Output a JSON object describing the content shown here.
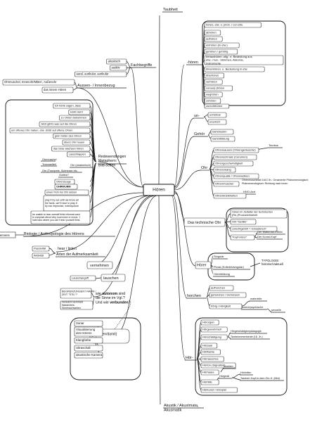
{
  "center": "Hören",
  "branches": {
    "taubheit": "Taubheit",
    "hoeren_suffix": "-hören",
    "hoeren_words": [
      "hören, etw. o. jmdn. / von etw.",
      "abhören",
      "aufhören",
      "einhören (in etw.)",
      "gehören / gehörig",
      "heraushören: allg.: e. Bedeutung aus etw.; mus.: Stimmen, Akkorde, Instrumente",
      "hineinhören: e. Bedeutung in etw.",
      "überhören",
      "verhören",
      "voraus(-)hören",
      "weghören",
      "zuhören",
      "zurechthören"
    ],
    "fachbegriffe": "Fachbegriffe",
    "fachbegriffe_items": [
      "akustisch",
      "auditiv",
      "aural, aurikular, aurikulär"
    ],
    "aussen_innen": "Aussen- / Innenbezug",
    "aussen_innen_items": [
      "Ohrmuschel, Innenohr/Mittel-, Außenohr",
      "das innere Hören"
    ],
    "redewendungen": "Redewendungen Metaphern: Bild-seiten",
    "redewendungen_items": [
      "Ich hörte sagen, dass",
      "Hört! Hört!",
      "zu Ohren bekommen",
      "Jetzt gibt's was auf die Ohren",
      "ein offenes Ohr haben, etw. stößt auf offene Ohren",
      "grün hinter den Ohren",
      "übers Ohr hauen",
      "das Gras wachsen hören",
      "Lauschlappen"
    ],
    "ohr_anatomisch": "Ohr (anatomisch)",
    "ohr_anatomisch_items": [
      "Ohrmuschel",
      "Trommelfell",
      "Ohr (Trompete, Schnecke etc."
    ],
    "gottes": "Gottes?",
    "ohr_extra": [
      "Ohrenzeuge",
      "OHRWURM",
      "einen Floh ins Ohr setzen",
      "play it by ear until we know all the facts, we'll have to play it by ear improvise, extemporize",
      "be unable to hear oneself think informal used to complain about very loud noise or music: 'I hate bars where you can't hear yourself think."
    ],
    "biologie": "Biologie / Anthropologie des Hörens",
    "erkennens": "erkennens",
    "hear_listen": "hear / listen Arten der Aufmerksamkeit",
    "hear_items": [
      "Passivität",
      "Aktivität"
    ],
    "vernehmen": "vernehmen",
    "lauschen": "lauschen",
    "lauschangriff": "Lauschangriff",
    "autonom": [
      "wie ",
      "autonom",
      " sind die Sinne im Vgl.? Und wie ",
      "verbunden",
      "?"
    ],
    "begrenzungen": "BEGRENZUNGEN? RAUM / ZEIT \"STIL\"?",
    "baldefeld": "Vielleicht Bernhard Waldenfels: Sinnesschwellen",
    "sehen_items": [
      "Sonar",
      "Visualisierung des Hörens",
      "Klangfarbe",
      "Ultraschall",
      "akustische Kamera"
    ],
    "sehen": [
      "(dagegen/damit)",
      "Sehen"
    ],
    "un": "un-",
    "un_items": [
      "unhörbar",
      "unerhört"
    ],
    "gehoer": "Gehör",
    "gehoer_items": [
      "Gehörssinn",
      "Gehörbildung"
    ],
    "ohr": "Ohr",
    "ohr_items": [
      "Ohrensausen (Ohrengeräusche)",
      "Ohrenschmalz (Cerumen)",
      "Ohrengeschwindigkeit",
      "Ohrenzwang",
      "Ohrenqualle / Ohrenwolken",
      "Ohrenmuschel",
      "Ohrenkrankheiten"
    ],
    "tinnitus": "Tinnitus",
    "ohrenmuschel_note": "Ohrenmuschelstil 16/17Jh.: Ornamente Phänomenologisch: Richtung nach innen",
    "hno": "HNO-Arzt",
    "technisch": "Das technische Ohr",
    "technisch_items": [
      "Hören im Zeitalter der technischen (Re-)Produzierbarkeit",
      "Hör-\"Geräte\"",
      "zurechtgehört = remastered?",
      "\"Kopf-Hörer\""
    ],
    "walkman": [
      "Der Walkman-Effekt",
      "Der Kunst-Kopf"
    ],
    "hoerer": "Hörer",
    "hoerer_items": [
      "Singular",
      "Plural (Kollektivsingular)",
      "Hörerbildung"
    ],
    "typologie": "TYPOLOGIE: historisch/aktuell",
    "horchen": "horchen",
    "horchen_items": [
      "aufhorchen",
      "gehorchen / Gehorsam",
      "hörig / Hörigkeit"
    ],
    "horchen_extra": [
      "materielle",
      "innere/psychische",
      "sexuelle"
    ],
    "hoer_prefix": "Hör-",
    "hoer_items": [
      "Hörorgan",
      "Hörgewohnheit",
      "Hörschädigung",
      "Hörsaal",
      "Hörflache",
      "Hörrausches",
      "Hörton (Signalton)",
      "Hörhaare",
      "Hörhilfe",
      "Hörkunst / Hörspiel"
    ],
    "hoerschaedigung_notes": [
      "Hörgeschädigtenpädagogik",
      "Taubstummenbeute (18. Jh.)"
    ],
    "insekten": "Insekten",
    "hoergeraet": [
      "Hörgerät",
      "Hörbrillen",
      "Taschen-Kopf-In-dem-Ohr-H. (Mini)"
    ],
    "akustik": "Akustik / Akustmata, Akusmatik"
  }
}
